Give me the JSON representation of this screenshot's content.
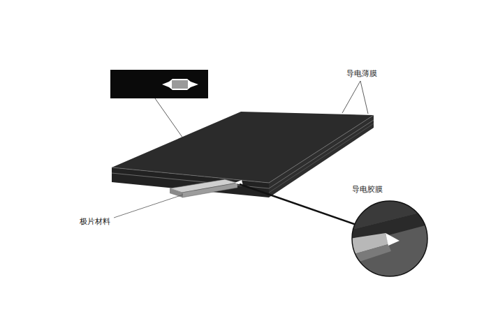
{
  "diagram": {
    "labels": [
      "导电薄膜",
      "导电胶膜",
      "极片材料"
    ]
  }
}
